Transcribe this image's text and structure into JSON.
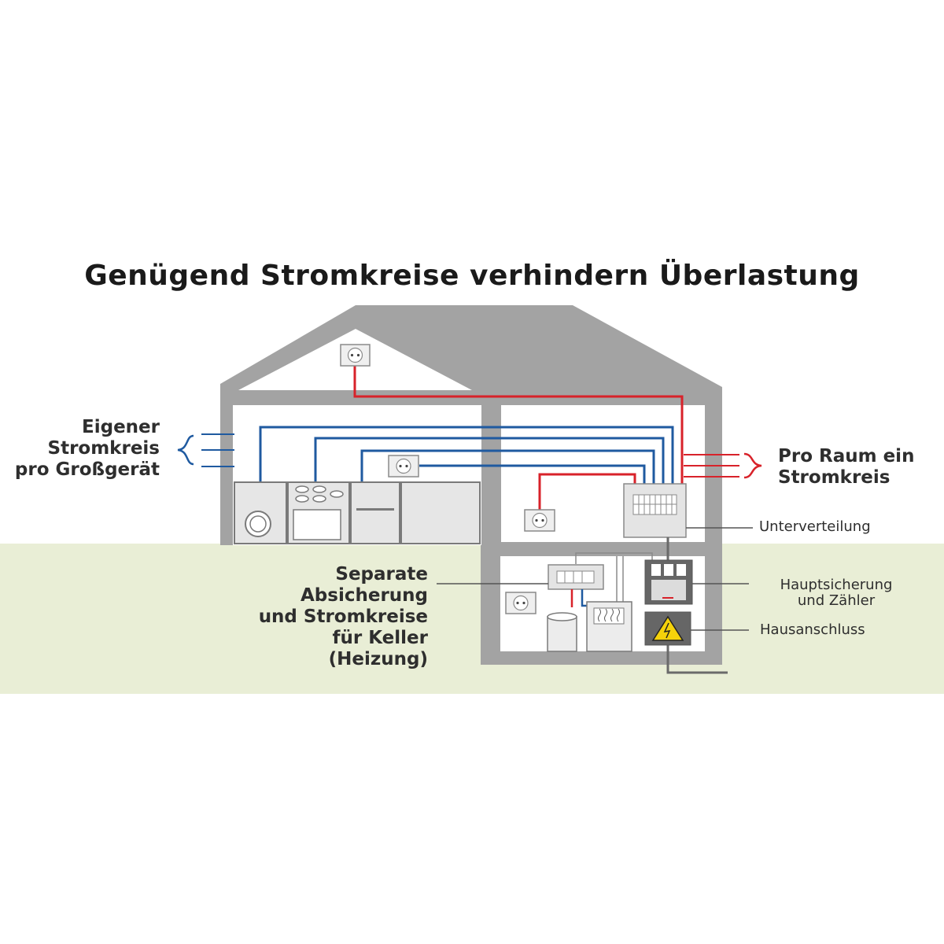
{
  "title": "Genügend Stromkreise verhindern Überlastung",
  "labels": {
    "appliance_circuit": [
      "Eigener",
      "Stromkreis",
      "pro Großgerät"
    ],
    "room_circuit": [
      "Pro Raum ein",
      "Stromkreis"
    ],
    "basement_circuits": [
      "Separate",
      "Absicherung",
      "und Stromkreise",
      "für Keller",
      "(Heizung)"
    ],
    "sub_distribution": "Unterverteilung",
    "main_fuse_meter": [
      "Hauptsicherung",
      "und Zähler"
    ],
    "house_connection": "Hausanschluss"
  },
  "colors": {
    "house_wall": "#a3a3a3",
    "ground": "#e9eed6",
    "red_circuit": "#d8222a",
    "blue_circuit": "#1f5aa0",
    "warning_yellow": "#f5d20a"
  }
}
